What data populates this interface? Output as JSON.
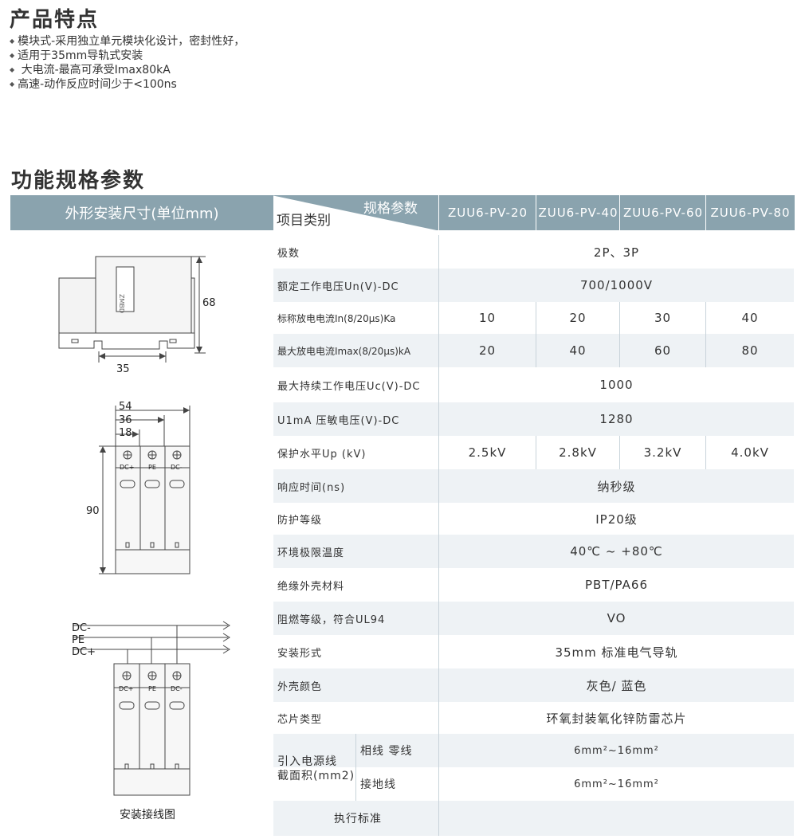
{
  "features_section": {
    "title": "产品特点",
    "items": [
      "模块式-采用独立单元模块化设计，密封性好，",
      "适用于35mm导轨式安装",
      " 大电流-最高可承受Imax80kA",
      "高速-动作反应时间少于<100ns"
    ]
  },
  "specs_section": {
    "title": "功能规格参数",
    "left_header": "外形安装尺寸(单位mm)",
    "corner_top": "规格参数",
    "corner_bottom": "项目类别",
    "models": [
      "ZUU6-PV-20",
      "ZUU6-PV-40",
      "ZUU6-PV-60",
      "ZUU6-PV-80"
    ]
  },
  "rows": [
    {
      "label": "极数",
      "value": "2P、3P"
    },
    {
      "label": "额定工作电压Un(V)-DC",
      "value": "700/1000V"
    },
    {
      "label": "标称放电电流In(8/20μs)Ka",
      "values": [
        "10",
        "20",
        "30",
        "40"
      ]
    },
    {
      "label": "最大放电电流Imax(8/20μs)kA",
      "values": [
        "20",
        "40",
        "60",
        "80"
      ]
    },
    {
      "label": "最大持续工作电压Uc(V)-DC",
      "value": "1000"
    },
    {
      "label": "U1mA 压敏电压(V)-DC",
      "value": "1280"
    },
    {
      "label": "保护水平Up (kV)",
      "values": [
        "2.5kV",
        "2.8kV",
        "3.2kV",
        "4.0kV"
      ]
    },
    {
      "label": "响应时间(ns)",
      "value": "纳秒级"
    },
    {
      "label": "防护等级",
      "value": "IP20级"
    },
    {
      "label": "环境极限温度",
      "value": "40℃ ~ +80℃"
    },
    {
      "label": "绝缘外壳材料",
      "value": "PBT/PA66"
    },
    {
      "label": "阻燃等级，符合UL94",
      "value": "VO"
    },
    {
      "label": "安装形式",
      "value": "35mm 标准电气导轨"
    },
    {
      "label": "外壳颜色",
      "value": "灰色/ 蓝色"
    },
    {
      "label": "芯片类型",
      "value": "环氧封装氧化锌防雷芯片"
    }
  ],
  "cable": {
    "label_line1": "引入电源线",
    "label_line2": "截面积(mm2)",
    "sub1": "相线  零线",
    "val1": "6mm²~16mm²",
    "sub2": "接地线",
    "val2": "6mm²~16mm²"
  },
  "standard": {
    "label": "执行标准",
    "value": ""
  },
  "drawing": {
    "dim_68": "68",
    "dim_35": "35",
    "dim_54": "54",
    "dim_36": "36",
    "dim_18": "18",
    "dim_90": "90",
    "poles": [
      "DC+",
      "PE",
      "DC-"
    ],
    "wires": [
      "DC-",
      "PE",
      "DC+"
    ],
    "caption": "安装接线图",
    "module_logo": "ZMBD"
  },
  "colors": {
    "header": "#8aa3ae",
    "alt_row": "#eef2f5"
  }
}
